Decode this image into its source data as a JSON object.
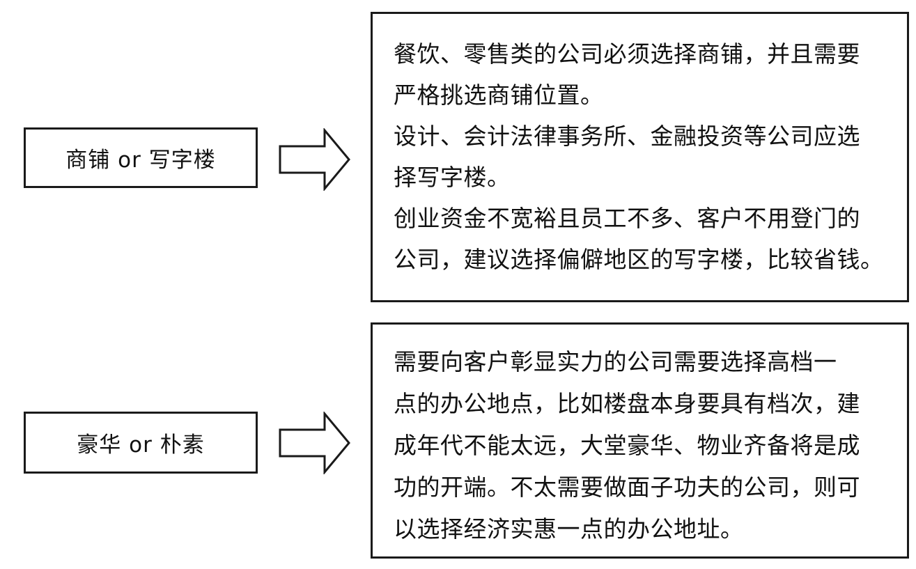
{
  "rows": [
    {
      "label": "商铺 or 写字楼",
      "lines": [
        "餐饮、零售类的公司必须选择商铺，并且需要",
        "严格挑选商铺位置。",
        "设计、会计法律事务所、金融投资等公司应选",
        "择写字楼。",
        "创业资金不宽裕且员工不多、客户不用登门的",
        "公司，建议选择偏僻地区的写字楼，比较省钱。"
      ]
    },
    {
      "label": "豪华 or 朴素",
      "lines": [
        "需要向客户彰显实力的公司需要选择高档一",
        "点的办公地点，比如楼盘本身要具有档次，建",
        "成年代不能太远，大堂豪华、物业齐备将是成",
        "功的开端。不太需要做面子功夫的公司，则可",
        "以选择经济实惠一点的办公地址。"
      ]
    }
  ]
}
